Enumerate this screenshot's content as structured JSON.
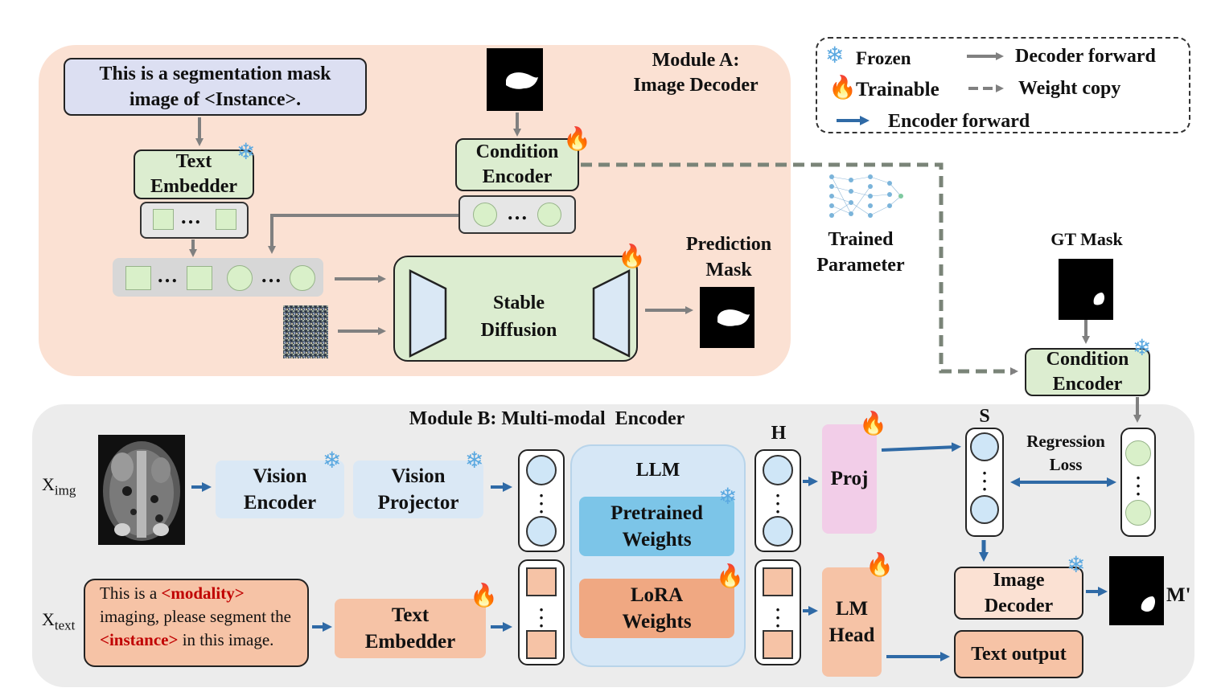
{
  "legend": {
    "frozen": "Frozen",
    "trainable": "Trainable",
    "decoder_forward": "Decoder forward",
    "weight_copy": "Weight copy",
    "encoder_forward": "Encoder forward"
  },
  "module_a": {
    "title_line1": "Module A:",
    "title_line2": "Image Decoder",
    "prompt_line1": "This is a segmentation mask",
    "prompt_line2": "image of <Instance>.",
    "text_embedder_line1": "Text",
    "text_embedder_line2": "Embedder",
    "condition_encoder_line1": "Condition",
    "condition_encoder_line2": "Encoder",
    "stable_diffusion_line1": "Stable",
    "stable_diffusion_line2": "Diffusion",
    "prediction_mask_line1": "Prediction",
    "prediction_mask_line2": "Mask",
    "ellipsis": "…"
  },
  "middle": {
    "trained_parameter_line1": "Trained",
    "trained_parameter_line2": "Parameter",
    "gt_mask": "GT Mask",
    "condition_encoder_line1": "Condition",
    "condition_encoder_line2": "Encoder"
  },
  "module_b": {
    "title": "Module B: Multi-modal  Encoder",
    "x_img": "X",
    "x_img_sub": "img",
    "x_text": "X",
    "x_text_sub": "text",
    "vision_encoder_line1": "Vision",
    "vision_encoder_line2": "Encoder",
    "vision_projector_line1": "Vision",
    "vision_projector_line2": "Projector",
    "text_embedder_line1": "Text",
    "text_embedder_line2": "Embedder",
    "prompt_part1": "This is a ",
    "prompt_modality": "<modality>",
    "prompt_part2": " imaging, please segment the ",
    "prompt_instance": "<instance>",
    "prompt_part3": " in this image.",
    "llm": "LLM",
    "pretrained_line1": "Pretrained",
    "pretrained_line2": "Weights",
    "lora_line1": "LoRA",
    "lora_line2": "Weights",
    "h_label": "H",
    "proj": "Proj",
    "lm_head_line1": "LM",
    "lm_head_line2": "Head",
    "s_label": "S",
    "regression_line1": "Regression",
    "regression_line2": "Loss",
    "image_decoder_line1": "Image",
    "image_decoder_line2": "Decoder",
    "text_output": "Text output",
    "m_prime": "M'"
  },
  "icons": {
    "frozen": "snowflake-icon",
    "trainable": "flame-icon"
  },
  "colors": {
    "panel_a": "#fbe1d3",
    "panel_b": "#ececec",
    "green_box": "#dcedd0",
    "blue_box": "#dae8f5",
    "orange_box": "#f6c3a6",
    "pretrained": "#7cc5e8",
    "lora": "#f0a882",
    "proj": "#f2cde8",
    "arrow_blue": "#2f6aa6",
    "arrow_gray": "#808080"
  }
}
